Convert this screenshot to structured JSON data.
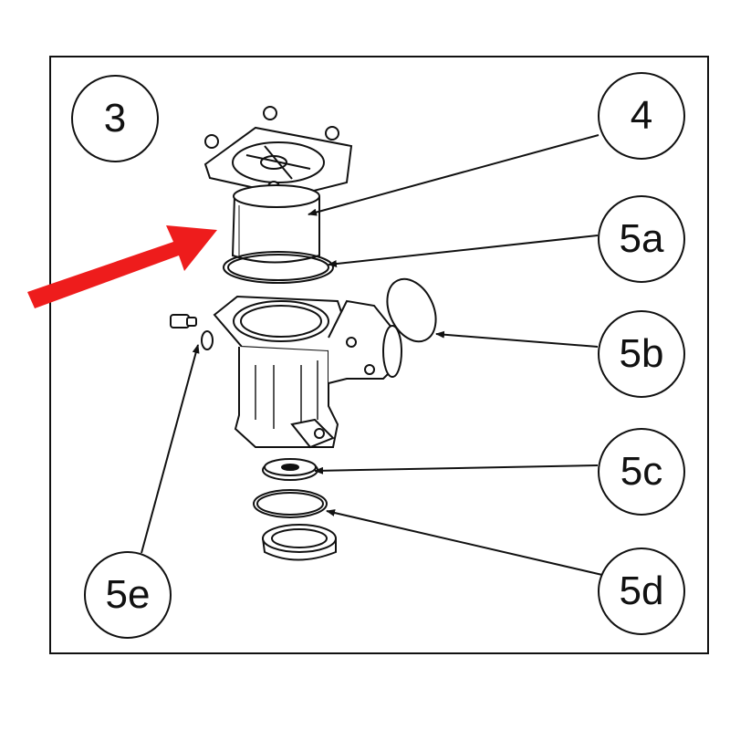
{
  "diagram": {
    "callouts": [
      {
        "id": "c3",
        "label": "3"
      },
      {
        "id": "c4",
        "label": "4"
      },
      {
        "id": "c5a",
        "label": "5a"
      },
      {
        "id": "c5b",
        "label": "5b"
      },
      {
        "id": "c5c",
        "label": "5c"
      },
      {
        "id": "c5d",
        "label": "5d"
      },
      {
        "id": "c5e",
        "label": "5e"
      }
    ],
    "colors": {
      "pointer_arrow": "#ee1c1c",
      "lines": "#111111"
    }
  }
}
